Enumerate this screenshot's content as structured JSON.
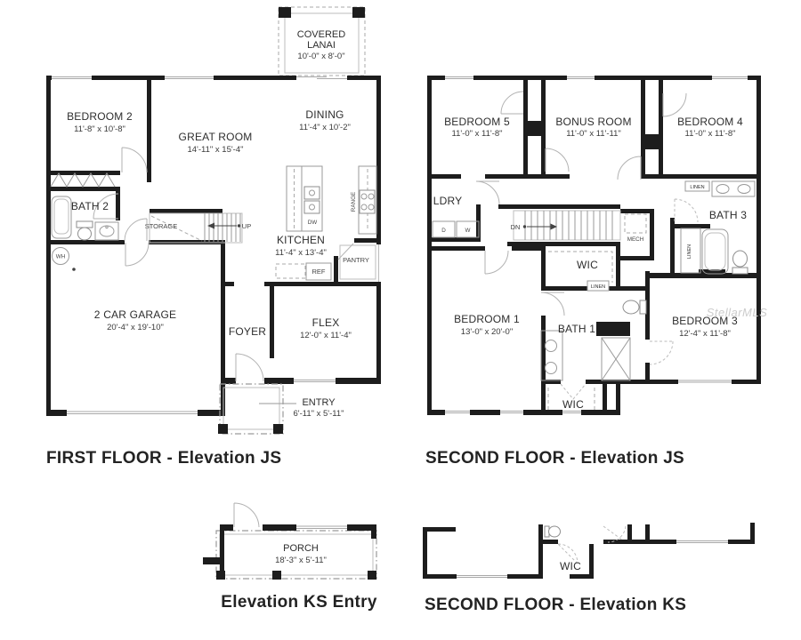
{
  "watermark": "StellarMLS",
  "colors": {
    "wall": "#1d1d1d",
    "thin_line": "#9a9a9a",
    "label_text": "#2d2d2d",
    "caption_text": "#232323",
    "watermark_text": "#cccccc",
    "background": "#ffffff"
  },
  "first": {
    "caption": "FIRST FLOOR - Elevation JS",
    "rooms": {
      "lanai": {
        "l1": "COVERED",
        "l2": "LANAI",
        "dims": "10'-0\" x 8'-0\""
      },
      "bedroom2": {
        "name": "BEDROOM 2",
        "dims": "11'-8\" x 10'-8\""
      },
      "great": {
        "name": "GREAT ROOM",
        "dims": "14'-11\" x 15'-4\""
      },
      "dining": {
        "name": "DINING",
        "dims": "11'-4\" x 10'-2\""
      },
      "bath2": {
        "name": "BATH 2"
      },
      "kitchen": {
        "name": "KITCHEN",
        "dims": "11'-4\" x 13'-4\""
      },
      "garage": {
        "name": "2 CAR GARAGE",
        "dims": "20'-4\" x 19'-10\""
      },
      "foyer": {
        "name": "FOYER"
      },
      "flex": {
        "name": "FLEX",
        "dims": "12'-0\" x 11'-4\""
      },
      "entry": {
        "name": "ENTRY",
        "dims": "6'-11\" x 5'-11\""
      }
    },
    "labels": {
      "storage": "STORAGE",
      "up": "UP",
      "dw": "DW",
      "range": "RANGE",
      "ref": "REF",
      "pantry": "PANTRY",
      "wh": "WH"
    }
  },
  "second": {
    "caption": "SECOND FLOOR - Elevation JS",
    "rooms": {
      "bedroom5": {
        "name": "BEDROOM 5",
        "dims": "11'-0\" x 11'-8\""
      },
      "bonus": {
        "name": "BONUS ROOM",
        "dims": "11'-0\" x 11'-11\""
      },
      "bedroom4": {
        "name": "BEDROOM 4",
        "dims": "11'-0\" x 11'-8\""
      },
      "ldry": {
        "name": "LDRY"
      },
      "bath3": {
        "name": "BATH 3"
      },
      "wic_mid": {
        "name": "WIC"
      },
      "bedroom1": {
        "name": "BEDROOM 1",
        "dims": "13'-0\" x 20'-0\""
      },
      "bath1": {
        "name": "BATH 1"
      },
      "bedroom3": {
        "name": "BEDROOM 3",
        "dims": "12'-4\" x 11'-8\""
      },
      "wic_bottom": {
        "name": "WIC"
      }
    },
    "labels": {
      "d": "D",
      "w": "W",
      "dn": "DN",
      "mech": "MECH",
      "linen_top": "LINEN",
      "linen_side": "LINEN",
      "linen_mid": "LINEN"
    }
  },
  "ks_entry": {
    "caption": "Elevation KS Entry",
    "porch": {
      "name": "PORCH",
      "dims": "18'-3\" x 5'-11\""
    }
  },
  "ks_second": {
    "caption": "SECOND FLOOR - Elevation KS",
    "wic": "WIC"
  }
}
